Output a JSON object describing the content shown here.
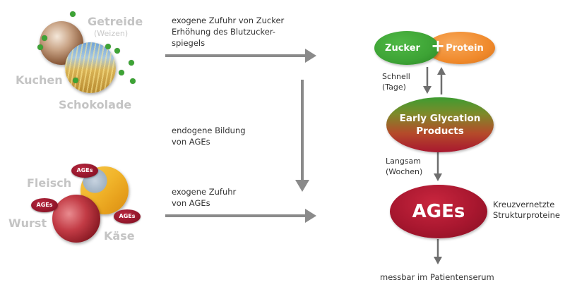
{
  "foods_top": {
    "getreide": "Getreide",
    "weizen": "(Weizen)",
    "kuchen": "Kuchen",
    "schokolade": "Schokolade"
  },
  "foods_bottom": {
    "fleisch": "Fleisch",
    "wurst": "Wurst",
    "kaese": "Käse",
    "badge": "AGEs"
  },
  "arrows_text": {
    "top_line1": "exogene Zufuhr von Zucker",
    "top_line2": "Erhöhung des Blutzucker-",
    "top_line3": "spiegels",
    "mid_line1": "endogene Bildung",
    "mid_line2": "von AGEs",
    "bottom_line1": "exogene Zufuhr",
    "bottom_line2": "von AGEs"
  },
  "flow": {
    "zucker": "Zucker",
    "plus": "+",
    "protein": "Protein",
    "schnell_1": "Schnell",
    "schnell_2": "(Tage)",
    "early_1": "Early Glycation",
    "early_2": "Products",
    "langsam_1": "Langsam",
    "langsam_2": "(Wochen)",
    "ages": "AGEs",
    "kreuz_1": "Kreuzvernetzte",
    "kreuz_2": "Strukturproteine",
    "messbar": "messbar im Patientenserum"
  },
  "colors": {
    "green": "#3da335",
    "orange": "#f08a2c",
    "dark_red": "#a8172f",
    "arrow_grey": "#8a8a8a",
    "label_grey": "#c4c4c4"
  }
}
